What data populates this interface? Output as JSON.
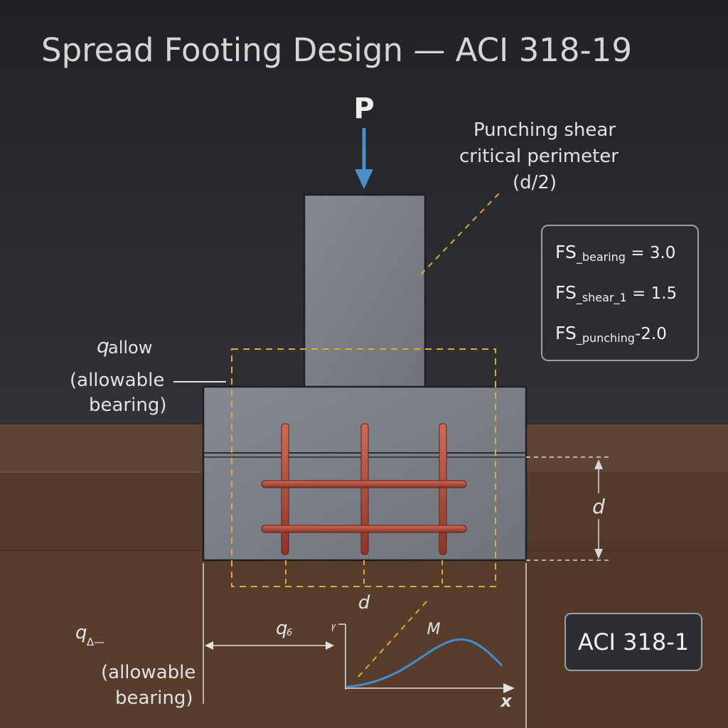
{
  "title": "Spread Footing Design — ACI 318-19",
  "load_label": "P",
  "punching_label": [
    "Punching shear",
    "critical perimeter",
    "(d/2)"
  ],
  "q_allow_top": {
    "q": "q",
    "sub": "allow",
    "line1": "(allowable",
    "line2": "bearing)"
  },
  "q_allow_bottom": {
    "q": "q",
    "sub": "∆—",
    "line1": "(allowable",
    "line2": "bearing)"
  },
  "depth_label_right": "d",
  "depth_label_bottom": "d",
  "q_dim_label": "q",
  "q_dim_sub": "6",
  "moment_label": "M",
  "x_axis_label": "x",
  "y_axis_glyph": "ꝩ",
  "factors": [
    {
      "symbol": "FS",
      "sub": "_bearing",
      "rel": " = ",
      "value": "3.0"
    },
    {
      "symbol": "FS",
      "sub": "_shear_1",
      "rel": " = ",
      "value": "1.5"
    },
    {
      "symbol": "FS",
      "sub": "_punching",
      "rel": "-",
      "value": "2.0"
    }
  ],
  "code_badge": "ACI 318-1",
  "colors": {
    "background": "#25272b",
    "soil": "#5a3f2c",
    "concrete": "#7c8087",
    "rebar": "#b54a3c",
    "load_arrow": "#4a8fc9",
    "critical_perimeter": "#e0a93a",
    "moment_curve": "#3f8fd0",
    "text": "#e8e8e8"
  }
}
